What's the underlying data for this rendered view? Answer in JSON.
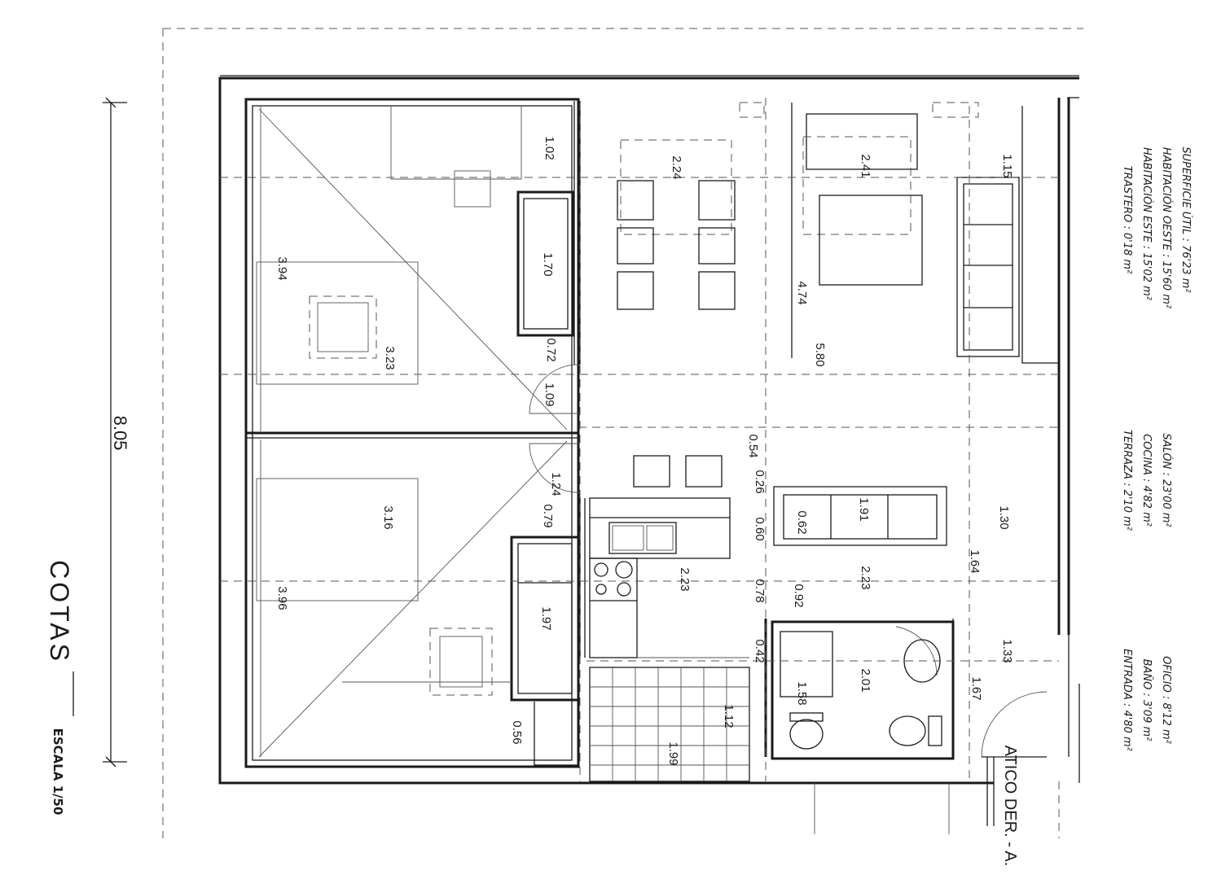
{
  "sheet": {
    "title": "COTAS",
    "scale": "ESCALA 1/50",
    "overall_dimension": "8.05",
    "unit_label": "ATICO DER. - A."
  },
  "dimensions": {
    "d_1_02": "1.02",
    "d_1_70": "1.70",
    "d_3_94": "3.94",
    "d_3_23": "3.23",
    "d_0_72": "0.72",
    "d_1_09": "1.09",
    "d_2_24": "2.24",
    "d_2_41": "2.41",
    "d_1_15": "1.15",
    "d_4_74": "4.74",
    "d_5_80": "5.80",
    "d_0_54": "0.54",
    "d_0_26": "0.26",
    "d_1_24": "1.24",
    "d_3_16": "3.16",
    "d_0_79": "0.79",
    "d_1_91": "1.91",
    "d_1_30": "1.30",
    "d_0_62": "0.62",
    "d_0_60": "0.60",
    "d_2_23a": "2.23",
    "d_2_23b": "2.23",
    "d_0_78": "0.78",
    "d_0_92": "0.92",
    "d_1_64": "1.64",
    "d_3_96": "3.96",
    "d_1_97": "1.97",
    "d_0_42": "0.42",
    "d_1_33": "1.33",
    "d_2_01": "2.01",
    "d_1_58": "1.58",
    "d_1_67": "1.67",
    "d_1_12": "1.12",
    "d_1_99": "1.99",
    "d_0_56": "0.56"
  },
  "area_table": [
    "SUPERFICIE ÚTIL : 76'23 m²",
    "HABITACIÓN OESTE : 15'60 m²",
    "HABITACIÓN ESTE : 15'02 m²",
    "TRASTERO : 0'18 m²"
  ],
  "area_table_2": [
    "SALÓN : 23'00 m²",
    "COCINA : 4'82 m²",
    "TERRAZA : 2'10 m²"
  ],
  "area_table_3": [
    "OFICIO : 8'12 m²",
    "BAÑO : 3'09 m²",
    "ENTRADA : 4'80 m²"
  ]
}
